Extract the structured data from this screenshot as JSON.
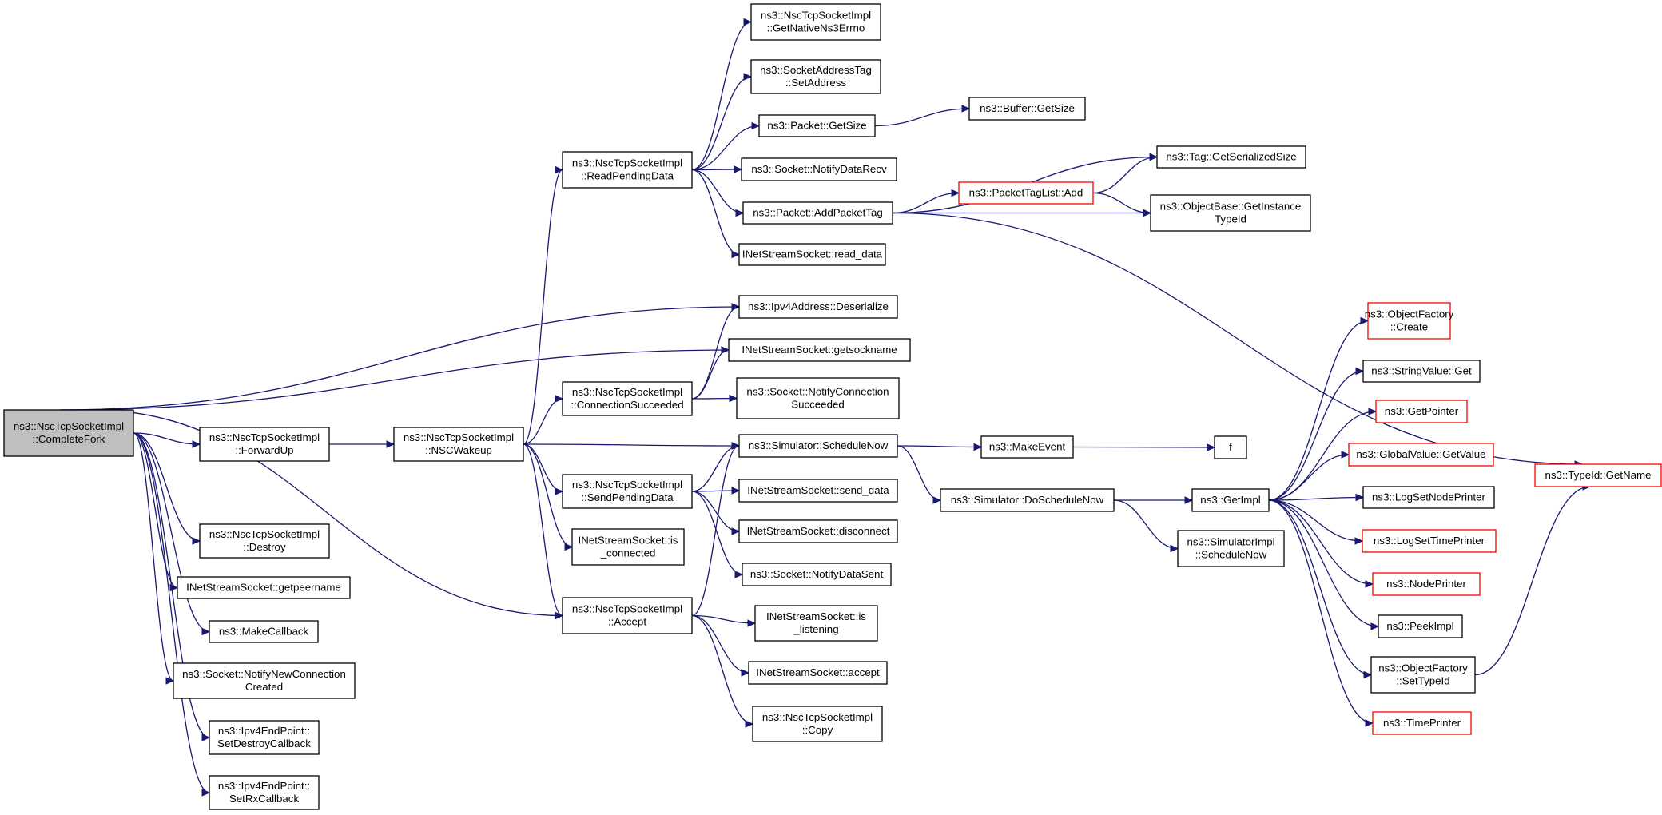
{
  "diagram": {
    "type": "call-graph",
    "colors": {
      "edge": "#191970",
      "root_fill": "#bfbfbf",
      "highlight_border": "#ff0000",
      "normal_border": "#000000"
    },
    "nodes": [
      {
        "id": "root",
        "lines": [
          "ns3::NscTcpSocketImpl",
          "::CompleteFork"
        ],
        "style": "root"
      },
      {
        "id": "forwardup",
        "lines": [
          "ns3::NscTcpSocketImpl",
          "::ForwardUp"
        ]
      },
      {
        "id": "destroy",
        "lines": [
          "ns3::NscTcpSocketImpl",
          "::Destroy"
        ]
      },
      {
        "id": "getpeername",
        "lines": [
          "INetStreamSocket::getpeername"
        ]
      },
      {
        "id": "makecallback",
        "lines": [
          "ns3::MakeCallback"
        ]
      },
      {
        "id": "notifynewconn",
        "lines": [
          "ns3::Socket::NotifyNewConnection",
          "Created"
        ]
      },
      {
        "id": "setdestroycb",
        "lines": [
          "ns3::Ipv4EndPoint::",
          "SetDestroyCallback"
        ]
      },
      {
        "id": "setrxcb",
        "lines": [
          "ns3::Ipv4EndPoint::",
          "SetRxCallback"
        ]
      },
      {
        "id": "nscwakeup",
        "lines": [
          "ns3::NscTcpSocketImpl",
          "::NSCWakeup"
        ]
      },
      {
        "id": "readpending",
        "lines": [
          "ns3::NscTcpSocketImpl",
          "::ReadPendingData"
        ]
      },
      {
        "id": "connsucceeded",
        "lines": [
          "ns3::NscTcpSocketImpl",
          "::ConnectionSucceeded"
        ]
      },
      {
        "id": "sendpending",
        "lines": [
          "ns3::NscTcpSocketImpl",
          "::SendPendingData"
        ]
      },
      {
        "id": "isconnected",
        "lines": [
          "INetStreamSocket::is",
          "_connected"
        ]
      },
      {
        "id": "accept",
        "lines": [
          "ns3::NscTcpSocketImpl",
          "::Accept"
        ]
      },
      {
        "id": "getnativeerrno",
        "lines": [
          "ns3::NscTcpSocketImpl",
          "::GetNativeNs3Errno"
        ]
      },
      {
        "id": "setaddress",
        "lines": [
          "ns3::SocketAddressTag",
          "::SetAddress"
        ]
      },
      {
        "id": "packetgetsize",
        "lines": [
          "ns3::Packet::GetSize"
        ]
      },
      {
        "id": "notifydatarecv",
        "lines": [
          "ns3::Socket::NotifyDataRecv"
        ]
      },
      {
        "id": "addpackettag",
        "lines": [
          "ns3::Packet::AddPacketTag"
        ]
      },
      {
        "id": "readdata",
        "lines": [
          "INetStreamSocket::read_data"
        ]
      },
      {
        "id": "deserialize",
        "lines": [
          "ns3::Ipv4Address::Deserialize"
        ]
      },
      {
        "id": "getsockname",
        "lines": [
          "INetStreamSocket::getsockname"
        ]
      },
      {
        "id": "notifyconnsucc",
        "lines": [
          "ns3::Socket::NotifyConnection",
          "Succeeded"
        ]
      },
      {
        "id": "schedulenow",
        "lines": [
          "ns3::Simulator::ScheduleNow"
        ]
      },
      {
        "id": "senddata",
        "lines": [
          "INetStreamSocket::send_data"
        ]
      },
      {
        "id": "disconnect",
        "lines": [
          "INetStreamSocket::disconnect"
        ]
      },
      {
        "id": "notifydatasent",
        "lines": [
          "ns3::Socket::NotifyDataSent"
        ]
      },
      {
        "id": "islistening",
        "lines": [
          "INetStreamSocket::is",
          "_listening"
        ]
      },
      {
        "id": "inetaccept",
        "lines": [
          "INetStreamSocket::accept"
        ]
      },
      {
        "id": "copy",
        "lines": [
          "ns3::NscTcpSocketImpl",
          "::Copy"
        ]
      },
      {
        "id": "buffergetsize",
        "lines": [
          "ns3::Buffer::GetSize"
        ]
      },
      {
        "id": "packettaglistadd",
        "lines": [
          "ns3::PacketTagList::Add"
        ],
        "style": "red"
      },
      {
        "id": "tagserialized",
        "lines": [
          "ns3::Tag::GetSerializedSize"
        ]
      },
      {
        "id": "getinstancetypeid",
        "lines": [
          "ns3::ObjectBase::GetInstance",
          "TypeId"
        ]
      },
      {
        "id": "makeevent",
        "lines": [
          "ns3::MakeEvent"
        ]
      },
      {
        "id": "doschedulenow",
        "lines": [
          "ns3::Simulator::DoScheduleNow"
        ]
      },
      {
        "id": "f",
        "lines": [
          "f"
        ]
      },
      {
        "id": "getimpl",
        "lines": [
          "ns3::GetImpl"
        ]
      },
      {
        "id": "simimplschedulenow",
        "lines": [
          "ns3::SimulatorImpl",
          "::ScheduleNow"
        ]
      },
      {
        "id": "ofcreate",
        "lines": [
          "ns3::ObjectFactory",
          "::Create"
        ],
        "style": "red"
      },
      {
        "id": "stringvalueget",
        "lines": [
          "ns3::StringValue::Get"
        ]
      },
      {
        "id": "getpointer",
        "lines": [
          "ns3::GetPointer"
        ],
        "style": "red"
      },
      {
        "id": "globalvalueget",
        "lines": [
          "ns3::GlobalValue::GetValue"
        ],
        "style": "red"
      },
      {
        "id": "logsetnodeprinter",
        "lines": [
          "ns3::LogSetNodePrinter"
        ]
      },
      {
        "id": "logsettimeprinter",
        "lines": [
          "ns3::LogSetTimePrinter"
        ],
        "style": "red"
      },
      {
        "id": "nodeprinter",
        "lines": [
          "ns3::NodePrinter"
        ],
        "style": "red"
      },
      {
        "id": "peekimpl",
        "lines": [
          "ns3::PeekImpl"
        ]
      },
      {
        "id": "ofsettypeid",
        "lines": [
          "ns3::ObjectFactory",
          "::SetTypeId"
        ]
      },
      {
        "id": "timeprinter",
        "lines": [
          "ns3::TimePrinter"
        ],
        "style": "red"
      },
      {
        "id": "typeidgetname",
        "lines": [
          "ns3::TypeId::GetName"
        ],
        "style": "red"
      }
    ],
    "edges": [
      [
        "root",
        "forwardup"
      ],
      [
        "root",
        "destroy"
      ],
      [
        "root",
        "getpeername"
      ],
      [
        "root",
        "makecallback"
      ],
      [
        "root",
        "notifynewconn"
      ],
      [
        "root",
        "setdestroycb"
      ],
      [
        "root",
        "setrxcb"
      ],
      [
        "root",
        "deserialize"
      ],
      [
        "root",
        "getsockname"
      ],
      [
        "root",
        "accept"
      ],
      [
        "forwardup",
        "nscwakeup"
      ],
      [
        "nscwakeup",
        "readpending"
      ],
      [
        "nscwakeup",
        "connsucceeded"
      ],
      [
        "nscwakeup",
        "schedulenow"
      ],
      [
        "nscwakeup",
        "sendpending"
      ],
      [
        "nscwakeup",
        "isconnected"
      ],
      [
        "nscwakeup",
        "accept"
      ],
      [
        "readpending",
        "getnativeerrno"
      ],
      [
        "readpending",
        "setaddress"
      ],
      [
        "readpending",
        "packetgetsize"
      ],
      [
        "readpending",
        "notifydatarecv"
      ],
      [
        "readpending",
        "addpackettag"
      ],
      [
        "readpending",
        "readdata"
      ],
      [
        "connsucceeded",
        "deserialize"
      ],
      [
        "connsucceeded",
        "getsockname"
      ],
      [
        "connsucceeded",
        "notifyconnsucc"
      ],
      [
        "sendpending",
        "schedulenow"
      ],
      [
        "sendpending",
        "senddata"
      ],
      [
        "sendpending",
        "disconnect"
      ],
      [
        "sendpending",
        "notifydatasent"
      ],
      [
        "accept",
        "schedulenow"
      ],
      [
        "accept",
        "islistening"
      ],
      [
        "accept",
        "inetaccept"
      ],
      [
        "accept",
        "copy"
      ],
      [
        "packetgetsize",
        "buffergetsize"
      ],
      [
        "addpackettag",
        "packettaglistadd"
      ],
      [
        "addpackettag",
        "tagserialized"
      ],
      [
        "addpackettag",
        "getinstancetypeid"
      ],
      [
        "addpackettag",
        "typeidgetname"
      ],
      [
        "packettaglistadd",
        "tagserialized"
      ],
      [
        "packettaglistadd",
        "getinstancetypeid"
      ],
      [
        "schedulenow",
        "makeevent"
      ],
      [
        "schedulenow",
        "doschedulenow"
      ],
      [
        "makeevent",
        "f"
      ],
      [
        "doschedulenow",
        "getimpl"
      ],
      [
        "doschedulenow",
        "simimplschedulenow"
      ],
      [
        "getimpl",
        "ofcreate"
      ],
      [
        "getimpl",
        "stringvalueget"
      ],
      [
        "getimpl",
        "getpointer"
      ],
      [
        "getimpl",
        "globalvalueget"
      ],
      [
        "getimpl",
        "logsetnodeprinter"
      ],
      [
        "getimpl",
        "logsettimeprinter"
      ],
      [
        "getimpl",
        "nodeprinter"
      ],
      [
        "getimpl",
        "peekimpl"
      ],
      [
        "getimpl",
        "ofsettypeid"
      ],
      [
        "getimpl",
        "timeprinter"
      ],
      [
        "ofsettypeid",
        "typeidgetname"
      ]
    ]
  }
}
